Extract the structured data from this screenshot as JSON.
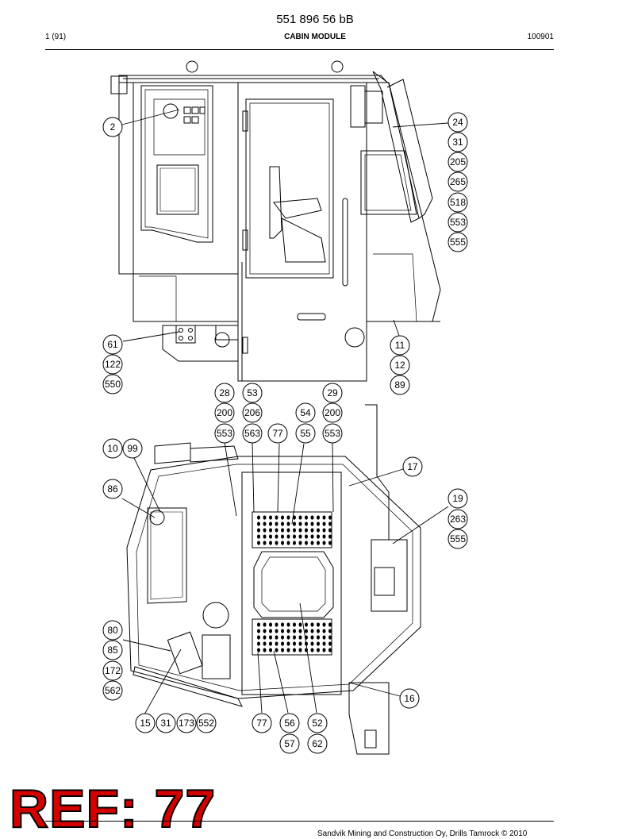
{
  "header": {
    "part_number": "551 896 56 bB",
    "page": "1 (91)",
    "title": "CABIN MODULE",
    "code": "100901"
  },
  "ref_label": "REF: 77",
  "footer": {
    "copyright": "Sandvik Mining and Construction Oy, Drills Tamrock © 2010"
  },
  "callouts": [
    "2",
    "24",
    "31",
    "205",
    "265",
    "518",
    "553",
    "555",
    "61",
    "122",
    "550",
    "11",
    "12",
    "89",
    "28",
    "200",
    "553",
    "53",
    "206",
    "563",
    "54",
    "55",
    "29",
    "200",
    "553",
    "77",
    "10",
    "99",
    "86",
    "17",
    "19",
    "263",
    "555",
    "80",
    "85",
    "172",
    "562",
    "16",
    "15",
    "31",
    "173",
    "552",
    "77",
    "56",
    "57",
    "52",
    "62"
  ]
}
